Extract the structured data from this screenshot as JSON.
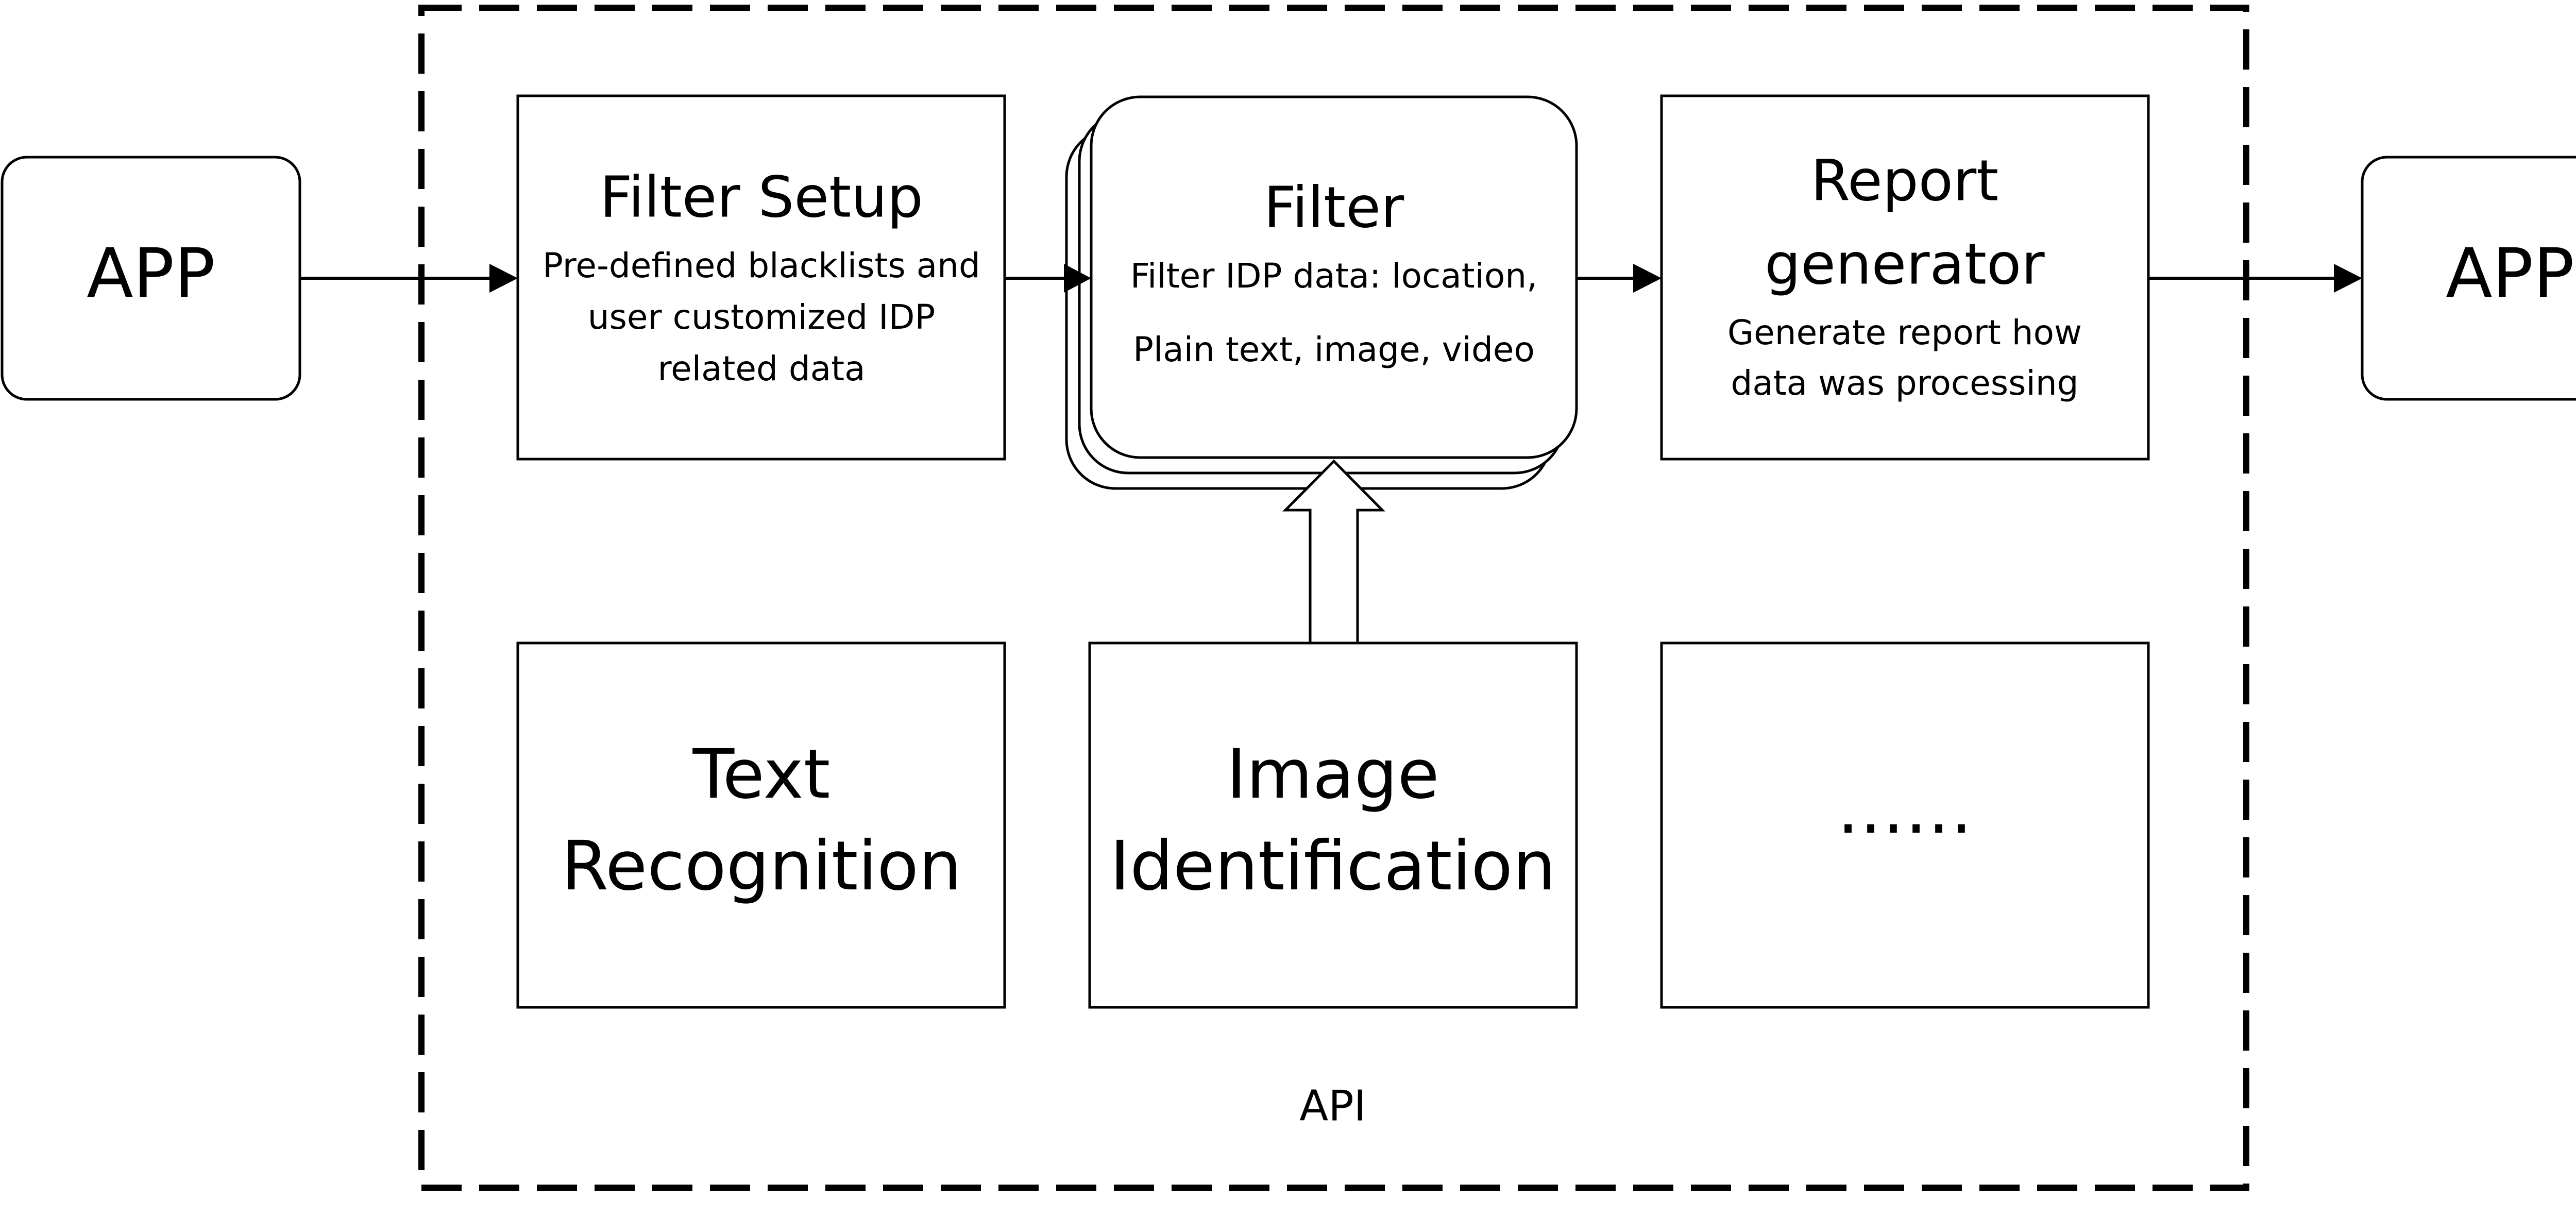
{
  "diagram": {
    "container_label": "API",
    "app_left": "APP",
    "app_right": "APP",
    "filter_setup": {
      "title": "Filter Setup",
      "desc_line1": "Pre-defined blacklists and",
      "desc_line2": "user customized IDP",
      "desc_line3": "related data"
    },
    "filter": {
      "title": "Filter",
      "desc_line1": "Filter IDP data: location,",
      "desc_line2": "Plain text, image, video"
    },
    "report_generator": {
      "title_line1": "Report",
      "title_line2": "generator",
      "desc_line1": "Generate report how",
      "desc_line2": "data was processing"
    },
    "text_recognition": {
      "line1": "Text",
      "line2": "Recognition"
    },
    "image_identification": {
      "line1": "Image",
      "line2": "Identification"
    },
    "more": {
      "label": "……"
    }
  }
}
